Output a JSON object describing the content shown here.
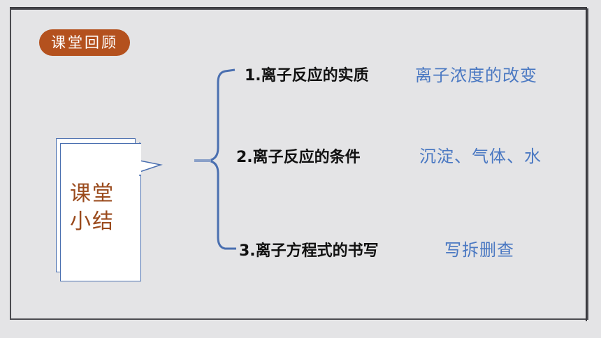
{
  "badge": {
    "label": "课堂回顾"
  },
  "card": {
    "line1": "课堂",
    "line2": "小结"
  },
  "items": [
    {
      "label": "1.离子反应的实质",
      "answer": "离子浓度的改变"
    },
    {
      "label": "2.离子反应的条件",
      "answer": "沉淀、气体、水"
    },
    {
      "label": "3.离子方程式的书写",
      "answer": "写拆删查"
    }
  ],
  "colors": {
    "badge": "#b4511e",
    "card_text": "#9a4a1c",
    "brace": "#4a6fb0",
    "answer": "#4a78c2"
  }
}
